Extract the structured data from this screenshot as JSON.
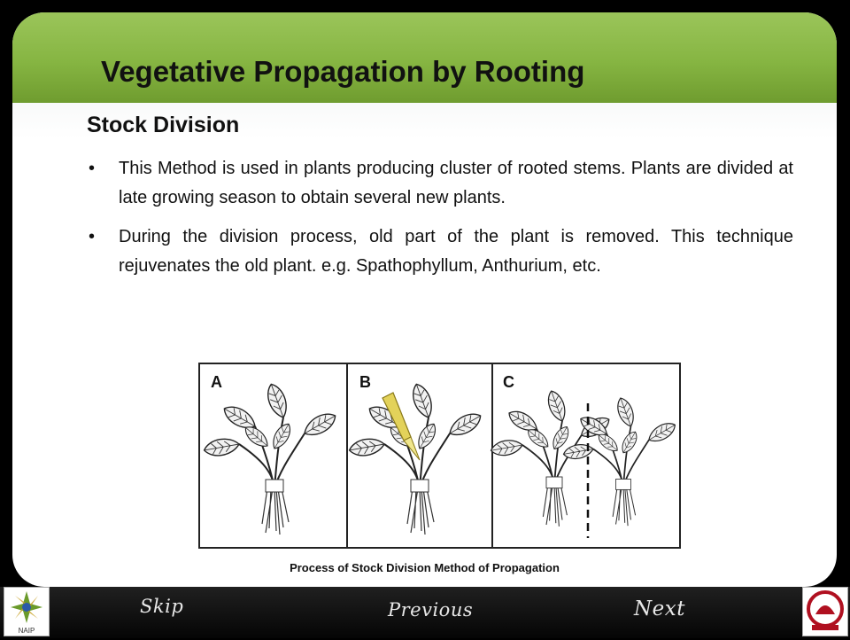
{
  "slide": {
    "title": "Vegetative Propagation by Rooting",
    "subheading": "Stock Division",
    "bullet_char": "•",
    "bullets": [
      "This Method is used in plants producing cluster of rooted stems. Plants are divided at late growing season to obtain several new plants.",
      " During the division process, old part of the plant is removed. This technique rejuvenates the old plant. e.g. Spathophyllum, Anthurium, etc."
    ],
    "figure": {
      "panels": [
        "A",
        "B",
        "C"
      ],
      "caption": "Process of Stock Division Method of Propagation"
    }
  },
  "footer": {
    "skip_label": "Skip",
    "previous_label": "Previous",
    "next_label": "Next",
    "left_logo_text": "NAIP",
    "colors": {
      "bar": "#0a0a0a",
      "title_band": "#86b542"
    }
  }
}
